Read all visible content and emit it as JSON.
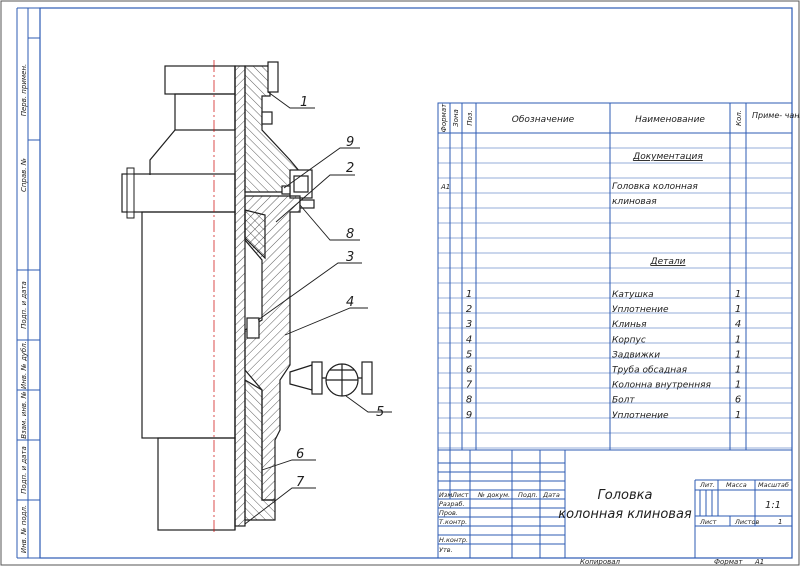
{
  "drawing": {
    "callouts": [
      "1",
      "9",
      "2",
      "8",
      "3",
      "4",
      "5",
      "6",
      "7"
    ]
  },
  "side_strip": {
    "labels": [
      "Перв. примен.",
      "Справ. №",
      "Подп. и дата",
      "Инв. № дубл.",
      "Взам. инв. №",
      "Подп. и дата",
      "Инв. № подл."
    ]
  },
  "spec_table": {
    "headers": {
      "format": "Формат",
      "zone": "Зона",
      "pos": "Поз.",
      "designation": "Обозначение",
      "name": "Наименование",
      "qty": "Кол.",
      "note": "Приме- чание"
    },
    "section_docs": "Документация",
    "doc_format": "А1",
    "doc_name_line1": "Головка колонная",
    "doc_name_line2": "клиновая",
    "section_parts": "Детали",
    "rows": [
      {
        "pos": "1",
        "name": "Катушка",
        "qty": "1"
      },
      {
        "pos": "2",
        "name": "Уплотнение",
        "qty": "1"
      },
      {
        "pos": "3",
        "name": "Клинья",
        "qty": "4"
      },
      {
        "pos": "4",
        "name": "Корпус",
        "qty": "1"
      },
      {
        "pos": "5",
        "name": "Задвижки",
        "qty": "1"
      },
      {
        "pos": "6",
        "name": "Труба обсадная",
        "qty": "1"
      },
      {
        "pos": "7",
        "name": "Колонна внутренняя",
        "qty": "1"
      },
      {
        "pos": "8",
        "name": "Болт",
        "qty": "6"
      },
      {
        "pos": "9",
        "name": "Уплотнение",
        "qty": "1"
      }
    ]
  },
  "title_block": {
    "col_headers": [
      "Изм.",
      "Лист",
      "№ докум.",
      "Подп.",
      "Дата"
    ],
    "roles": [
      "Разраб.",
      "Пров.",
      "Т.контр.",
      "",
      "Н.контр.",
      "Утв."
    ],
    "title_line1": "Головка",
    "title_line2": "колонная клиновая",
    "lit_label": "Лит.",
    "mass_label": "Масса",
    "scale_label": "Масштаб",
    "scale_value": "1:1",
    "sheet_label": "Лист",
    "sheets_label": "Листов",
    "sheets_value": "1"
  },
  "footer": {
    "copied": "Копировал",
    "format": "Формат",
    "format_value": "А1"
  }
}
